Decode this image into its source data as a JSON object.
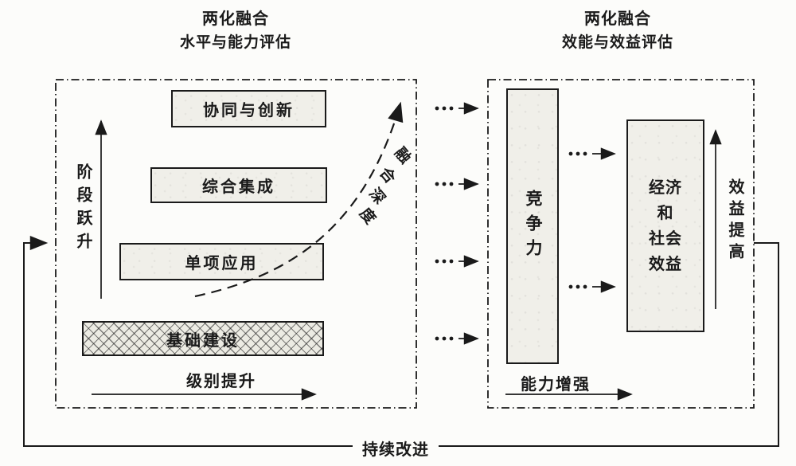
{
  "diagram": {
    "left_section": {
      "title_line1": "两化融合",
      "title_line2": "水平与能力评估",
      "stages": [
        {
          "label": "协同与创新"
        },
        {
          "label": "综合集成"
        },
        {
          "label": "单项应用"
        },
        {
          "label": "基础建设"
        }
      ],
      "vertical_axis_label": "阶段跃升",
      "horizontal_axis_label": "级别提升",
      "curve_label": "融合深度",
      "curve_label_chars": [
        "融",
        "合",
        "深",
        "度"
      ]
    },
    "right_section": {
      "title_line1": "两化融合",
      "title_line2": "效能与效益评估",
      "competitiveness_box_label": "竞争力",
      "benefit_box_lines": "经济\n和\n社会\n效益",
      "benefit_box_label": "经济和社会效益",
      "vertical_axis_label": "效益提高",
      "horizontal_axis_label": "能力增强"
    },
    "feedback_label": "持续改进",
    "colors": {
      "ink": "#1a1a1a",
      "box_fill": "#f0efe9",
      "background": "#fcfcfa"
    }
  }
}
